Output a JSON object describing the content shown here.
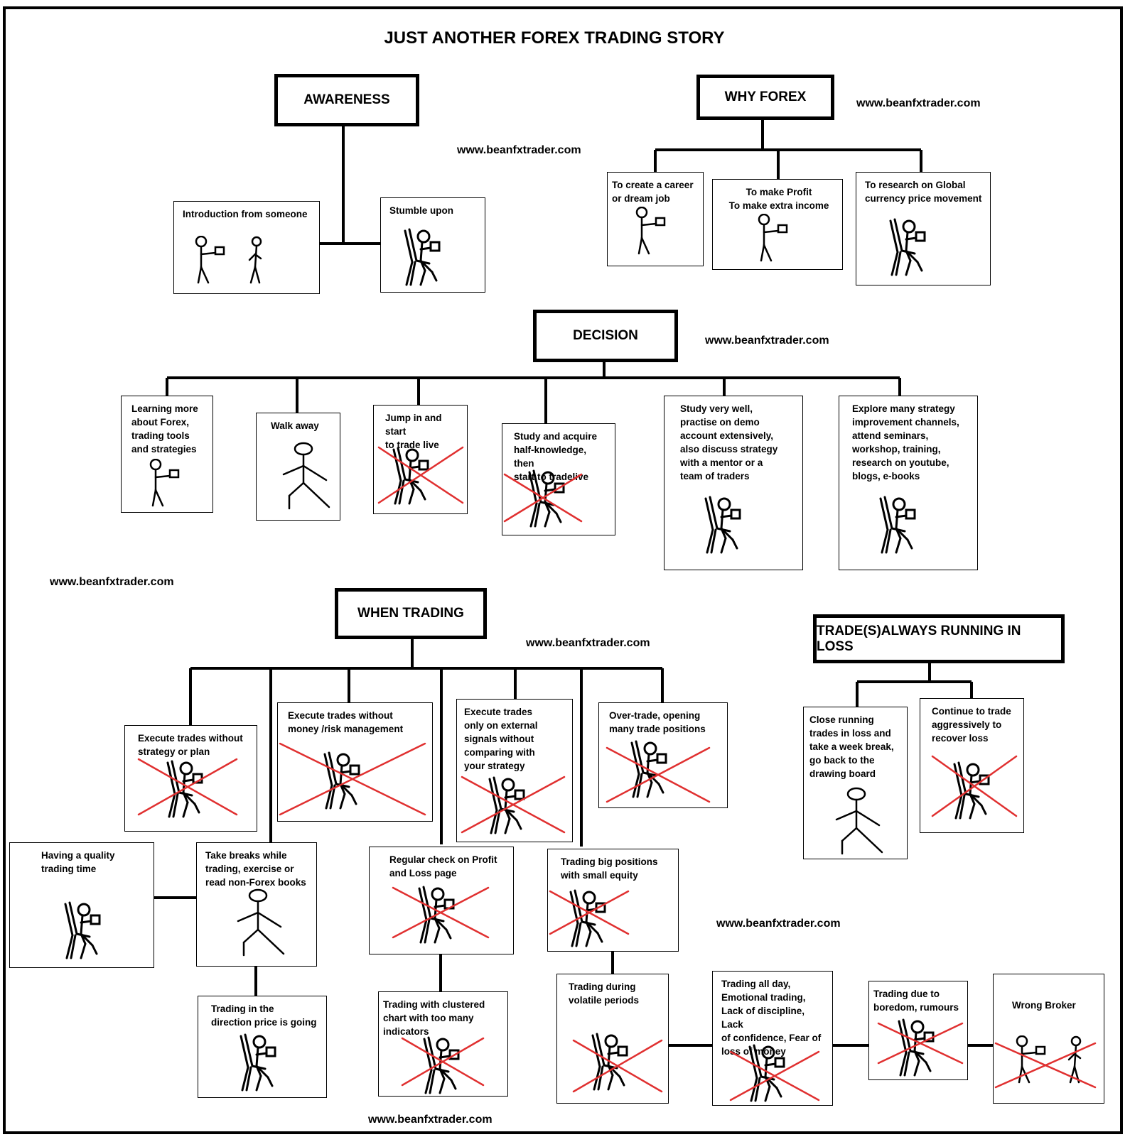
{
  "title": "JUST ANOTHER FOREX TRADING STORY",
  "watermark": "www.beanfxtrader.com",
  "cross_color": "#e03030",
  "headers": {
    "awareness": "AWARENESS",
    "why_forex": "WHY FOREX",
    "decision": "DECISION",
    "when_trading": "WHEN TRADING",
    "loss": "TRADE(S)ALWAYS RUNNING IN LOSS"
  },
  "awareness": {
    "introduction": "Introduction from someone",
    "stumble": "Stumble upon"
  },
  "why_forex": {
    "career": "To create a career\nor dream job",
    "profit": "To make Profit\nTo make extra income",
    "research": "To research on Global\ncurrency price movement"
  },
  "decision": {
    "learning": "Learning more\nabout Forex,\ntrading tools\nand strategies",
    "walk_away": "Walk away",
    "jump_in": "Jump in and start\nto trade live",
    "half_knowledge": "Study and acquire\nhalf-knowledge, then\nstart to tradelive",
    "study_well": "Study very well,\npractise on demo\naccount extensively,\nalso discuss strategy\nwith a mentor or a\nteam of traders",
    "explore": "Explore many strategy\nimprovement channels,\n attend seminars,\n workshop, training,\n research on youtube,\n blogs, e-books"
  },
  "when_trading": {
    "no_strategy": "Execute trades without\nstrategy or plan",
    "no_money_mgmt": "Execute trades without\nmoney /risk  management",
    "external_signals": "Execute trades\nonly on external\nsignals  without\ncomparing with\nyour  strategy",
    "over_trade": "Over-trade, opening\nmany trade positions",
    "quality_time": "Having a quality\ntrading time",
    "take_breaks": "Take breaks while\ntrading, exercise or\nread non-Forex books",
    "pl_check": "Regular check on Profit\nand Loss page",
    "big_positions": "Trading big positions\nwith small equity",
    "direction": "Trading in the\ndirection price is going",
    "clustered_chart": "Trading with clustered\nchart with too many\nindicators",
    "volatile": "Trading during\nvolatile periods",
    "all_day": "Trading all day,\nEmotional trading,\nLack of discipline, Lack\nof confidence, Fear of\nloss of money",
    "boredom": "Trading due to\nboredom, rumours",
    "wrong_broker": "Wrong Broker"
  },
  "loss": {
    "close_running": "Close running\ntrades in loss and\ntake a week break,\ngo back to the\ndrawing board",
    "continue": "Continue to trade\naggressively to\nrecover loss"
  }
}
